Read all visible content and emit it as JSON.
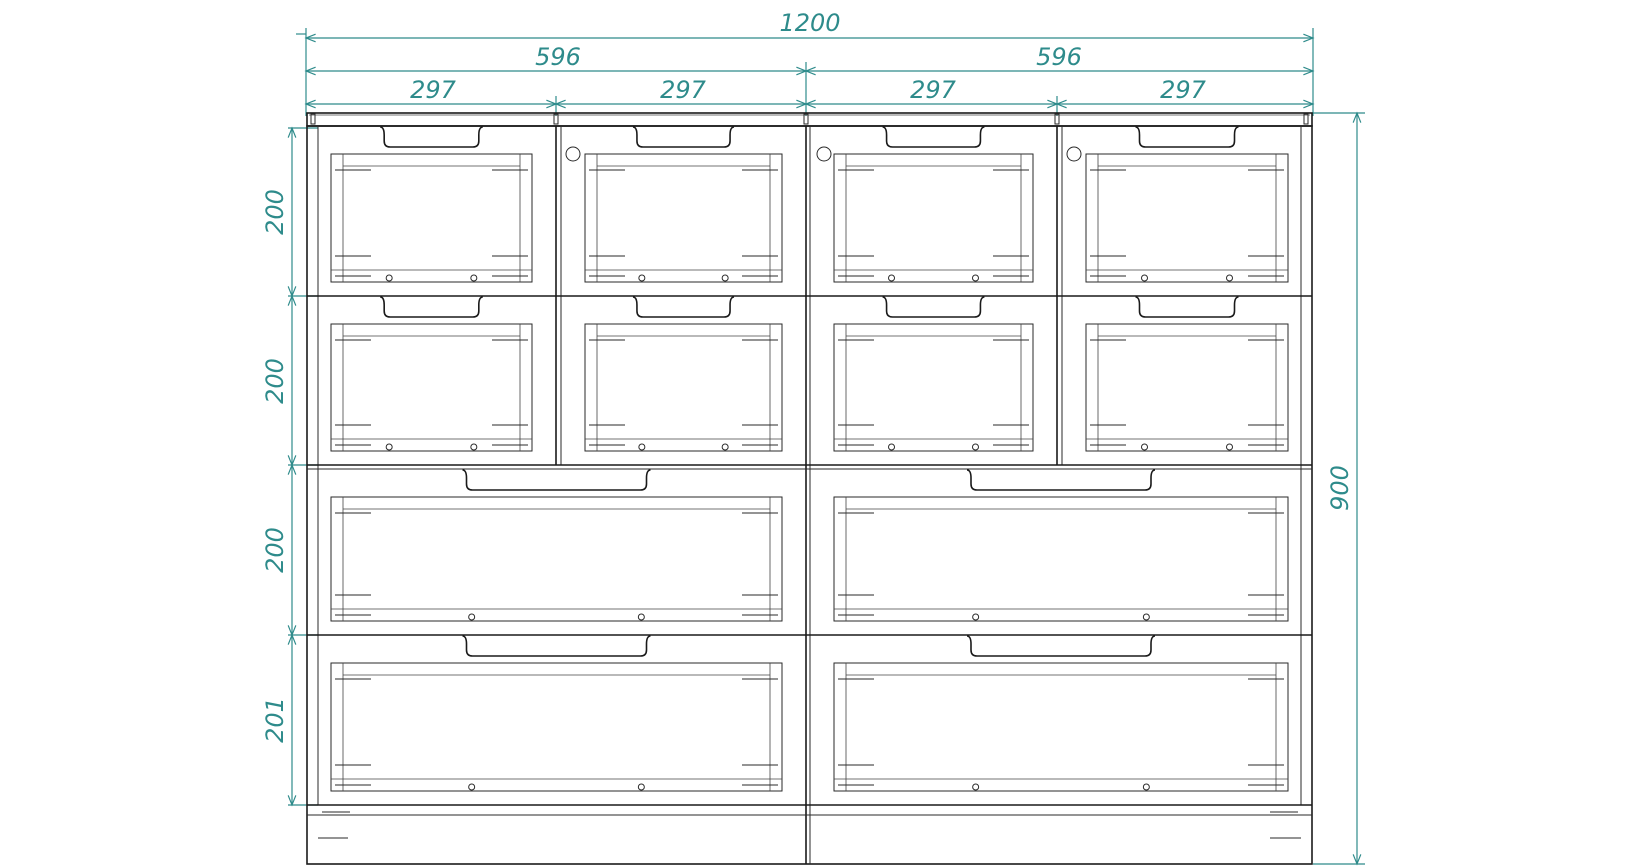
{
  "dimensions": {
    "total_width": "1200",
    "half_widths": [
      "596",
      "596"
    ],
    "quarter_widths": [
      "297",
      "297",
      "297",
      "297"
    ],
    "row_heights": [
      "200",
      "200",
      "200",
      "201"
    ],
    "total_height": "900"
  },
  "colors": {
    "dimension": "#2e8b8b",
    "outline": "#1a1a1a"
  }
}
